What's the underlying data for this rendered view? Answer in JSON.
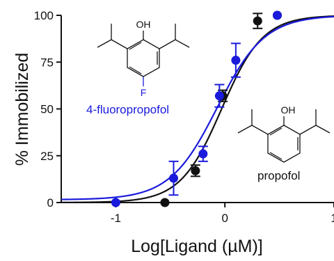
{
  "chart_data": {
    "type": "scatter",
    "title": "",
    "xlabel": "Log[Ligand (µM)]",
    "ylabel": "% Immobilized",
    "xlim": [
      -1.5,
      1.0
    ],
    "ylim": [
      0,
      100
    ],
    "x_ticks": [
      -1,
      0,
      1
    ],
    "y_ticks": [
      0,
      25,
      50,
      75,
      100
    ],
    "x_tick_labels": [
      "-1",
      "0",
      "1"
    ],
    "y_tick_labels": [
      "0",
      "25",
      "50",
      "75",
      "100"
    ],
    "grid": false,
    "series": [
      {
        "name": "propofol",
        "color": "#111111",
        "fit": {
          "model": "hill",
          "bottom": 0,
          "top": 100,
          "log_ec50": -0.03,
          "hill_slope": 2.3
        },
        "points": [
          {
            "x": -0.55,
            "y": 0,
            "err": 0
          },
          {
            "x": -0.27,
            "y": 17,
            "err": 3
          },
          {
            "x": -0.02,
            "y": 57,
            "err": 3
          },
          {
            "x": 0.3,
            "y": 97,
            "err": 4
          },
          {
            "x": 0.48,
            "y": 100,
            "err": 0
          }
        ]
      },
      {
        "name": "4-fluoropropofol",
        "color": "#1a1adc",
        "fit": {
          "model": "hill",
          "bottom": 1.5,
          "top": 100,
          "log_ec50": -0.07,
          "hill_slope": 2.0
        },
        "points": [
          {
            "x": -1.0,
            "y": 0,
            "err": 0
          },
          {
            "x": -0.47,
            "y": 13,
            "err": 9
          },
          {
            "x": -0.2,
            "y": 26,
            "err": 4
          },
          {
            "x": -0.05,
            "y": 57,
            "err": 6
          },
          {
            "x": 0.1,
            "y": 76,
            "err": 9
          },
          {
            "x": 0.48,
            "y": 100,
            "err": 0
          }
        ]
      }
    ],
    "annotations": [
      {
        "text": "4-fluoropropofol",
        "color": "#1a1adc"
      },
      {
        "text": "propofol",
        "color": "#111111"
      }
    ]
  },
  "structures": {
    "fluoropropofol": {
      "oh_label": "OH",
      "f_label": "F"
    },
    "propofol": {
      "oh_label": "OH"
    }
  }
}
